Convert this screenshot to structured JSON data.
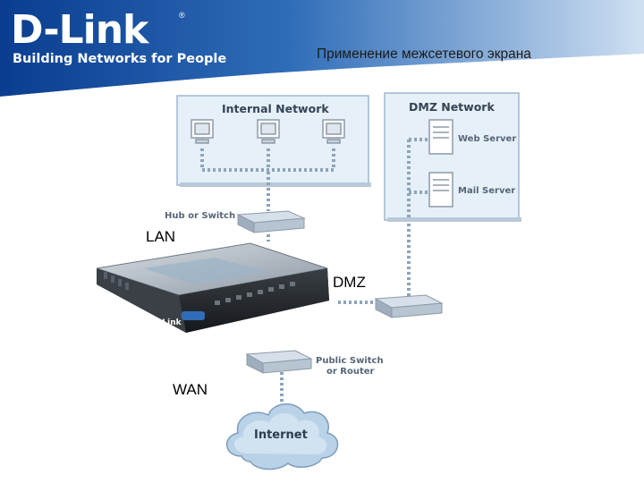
{
  "header": {
    "logo": "D-Link",
    "registered_mark": "®",
    "tagline": "Building Networks for People",
    "title": "Применение межсетевого экрана"
  },
  "colors": {
    "header_blue": "#0a3d8f",
    "panel_fill": "#e6f0f9",
    "panel_border": "#9fb7cf",
    "dot_line": "#8ea4ba"
  },
  "diagram": {
    "internal_network": "Internal Network",
    "dmz_network": "DMZ Network",
    "web_server": "Web Server",
    "mail_server": "Mail Server",
    "hub_or_switch": "Hub or Switch",
    "public_switch_line1": "Public Switch",
    "public_switch_line2": "or Router",
    "internet": "Internet",
    "router_brand": "D-Link",
    "lan": "LAN",
    "dmz": "DMZ",
    "wan": "WAN"
  }
}
